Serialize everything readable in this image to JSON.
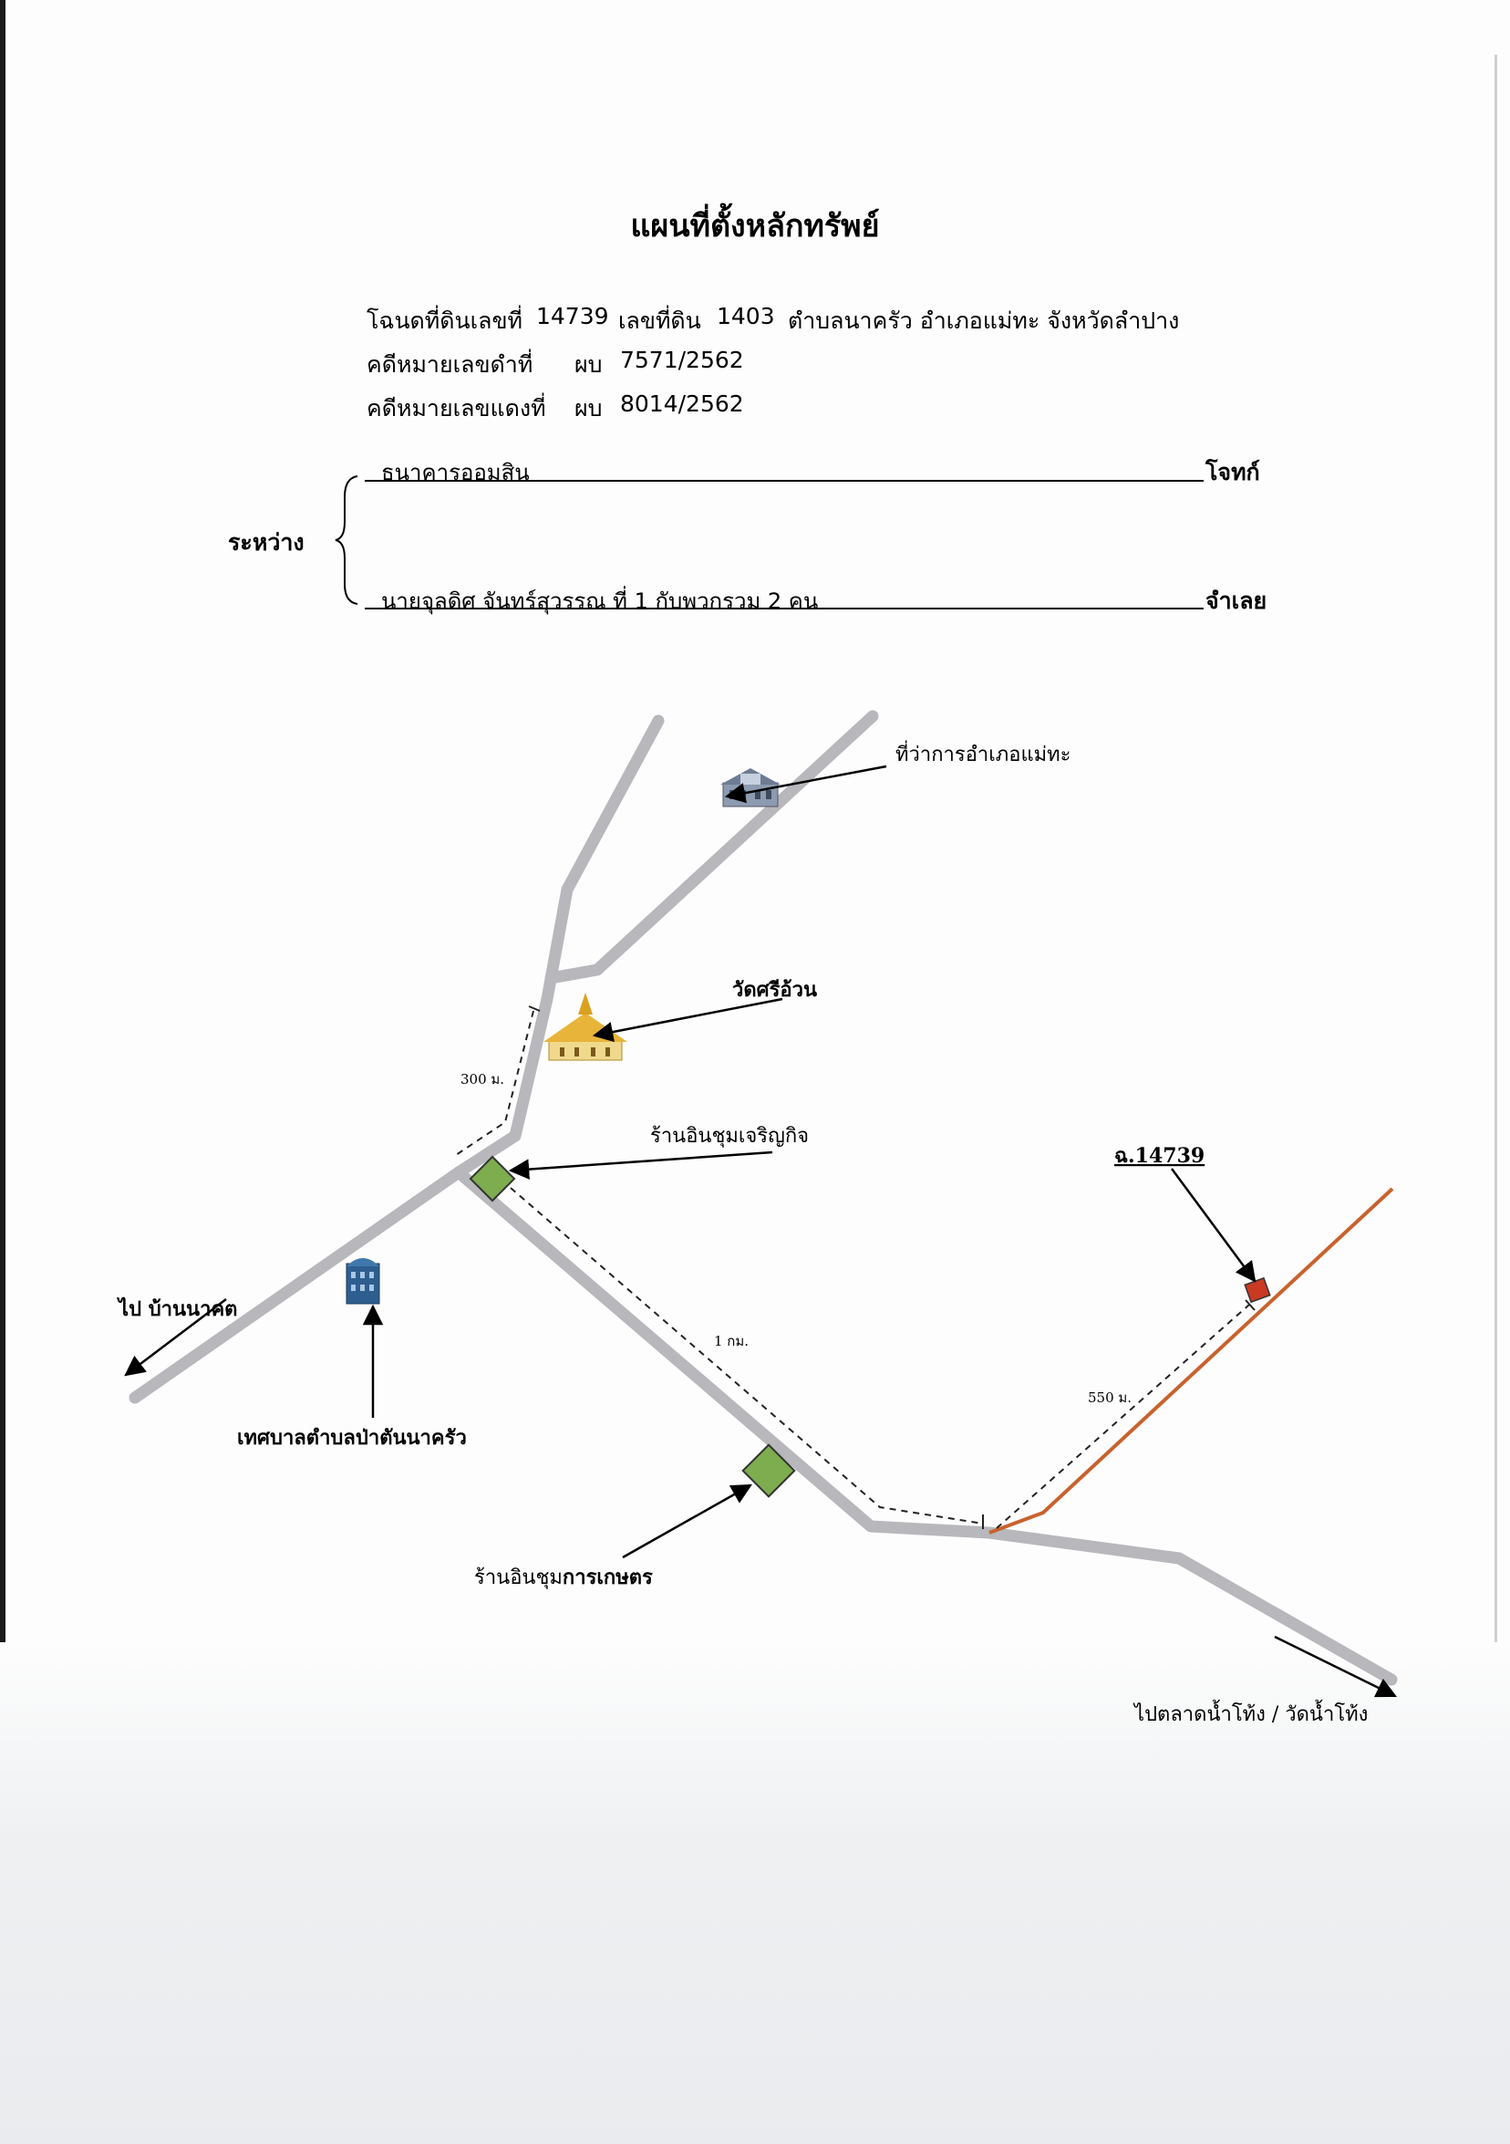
{
  "title": "แผนที่ตั้งหลักทรัพย์",
  "deed_line": {
    "deed_label": "โฉนดที่ดินเลขที่",
    "deed_no": "14739",
    "land_label": "เลขที่ดิน",
    "land_no": "1403",
    "location": "ตำบลนาครัว อำเภอแม่ทะ จังหวัดลำปาง"
  },
  "black_case": {
    "label": "คดีหมายเลขดำที่",
    "prefix": "ผบ",
    "number": "7571/2562"
  },
  "red_case": {
    "label": "คดีหมายเลขแดงที่",
    "prefix": "ผบ",
    "number": "8014/2562"
  },
  "between_label": "ระหว่าง",
  "plaintiff": {
    "name": "ธนาคารออมสิน",
    "role": "โจทก์"
  },
  "defendant": {
    "name": "นายจุลดิศ  จันทร์สุวรรณ  ที่  1  กับพวกรวม  2  คน",
    "role": "จำเลย"
  },
  "map": {
    "labels": {
      "district_office": "ที่ว่าการอำเภอแม่ทะ",
      "temple": "วัดศรีอ้วน",
      "shop1": "ร้านอินชุมเจริญกิจ",
      "shop2_a": "ร้านอินชุม",
      "shop2_b": "การเกษตร",
      "plot": "ฉ.14739",
      "to_ban_nakot": "ไป บ้านนาคต",
      "municipality": "เทศบาลตำบลป่าตันนาครัว",
      "to_market": "ไปตลาดน้ำโท้ง / วัดน้ำโท้ง"
    },
    "distances": {
      "d1": "300 ม.",
      "d2": "1 กม.",
      "d3": "550 ม."
    },
    "icons": [
      "district-office-icon",
      "temple-icon",
      "municipality-building-icon",
      "shop-marker-icon",
      "plot-marker-icon"
    ],
    "colors": {
      "road": "#b7b7bc",
      "plot_road": "#c8622e",
      "shop": "#7dad4e",
      "plot": "#c83a22"
    }
  }
}
